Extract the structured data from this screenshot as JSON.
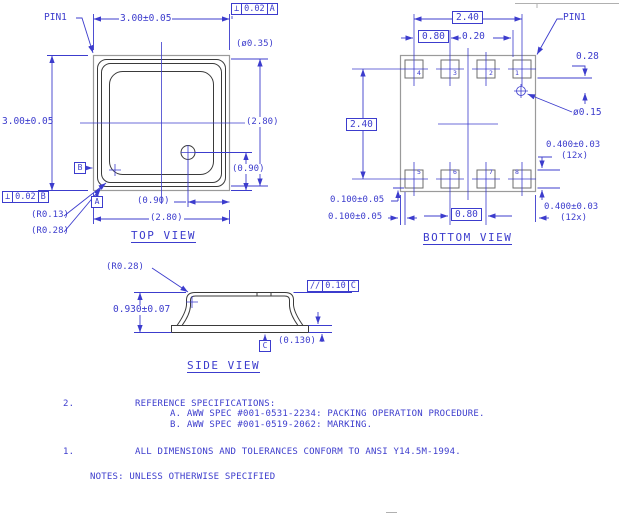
{
  "colors": {
    "dimension_blue": "#3c3ccd",
    "body_gray": "#9a9a9a",
    "lid_dark": "#3a3a3a",
    "pad_gray": "#6e6e6e"
  },
  "top_view": {
    "title": "TOP VIEW",
    "pin1": "PIN1",
    "dim_width": "3.00±0.05",
    "dim_height": "3.00±0.05",
    "fcf_top": {
      "sym": "⊥",
      "tol": "0.02",
      "datum": "A"
    },
    "fcf_left": {
      "sym": "⊥",
      "tol": "0.02",
      "datum": "B"
    },
    "datum_a": "A",
    "datum_b": "B",
    "ref_hole_dia": "(ø0.35)",
    "ref_lid_height": "(2.80)",
    "ref_lid_width": "(2.80)",
    "ref_hole_y": "(0.90)",
    "ref_hole_x": "(0.90)",
    "ref_r_inner": "(R0.13)",
    "ref_r_outer": "(R0.28)"
  },
  "bottom_view": {
    "title": "BOTTOM VIEW",
    "pin1": "PIN1",
    "dim_pad_span_h": "2.40",
    "dim_pad_span_v": "2.40",
    "dim_pitch_top": "0.80",
    "dim_pitch_bottom": "0.80",
    "dim_gap": "0.20",
    "dim_index_offset": "0.28",
    "dim_index_dia": "ø0.15",
    "dim_pad_right_top": "0.400±0.03",
    "dim_pad_right_top_qty": "(12x)",
    "dim_pad_right_bottom": "0.400±0.03",
    "dim_pad_right_bottom_qty": "(12x)",
    "dim_edge_offset_v": "0.100±0.05",
    "dim_edge_offset_h": "0.100±0.05",
    "pad_numbers": [
      "4",
      "3",
      "2",
      "1",
      "5",
      "6",
      "7",
      "8"
    ]
  },
  "side_view": {
    "title": "SIDE VIEW",
    "dim_height": "0.930±0.07",
    "ref_lid_radius": "(R0.28)",
    "ref_base_thickness": "(0.130)",
    "fcf": {
      "sym": "//",
      "tol": "0.10",
      "datum": "C"
    },
    "datum_c": "C"
  },
  "notes": {
    "header": "NOTES: UNLESS OTHERWISE SPECIFIED",
    "note1_num": "1.",
    "note1_text": "ALL DIMENSIONS AND TOLERANCES CONFORM TO ANSI Y14.5M-1994.",
    "note2_num": "2.",
    "note2_title": "REFERENCE SPECIFICATIONS:",
    "note2a": "A. AWW SPEC #001-0531-2234: PACKING OPERATION PROCEDURE.",
    "note2b": "B. AWW SPEC #001-0519-2062: MARKING."
  }
}
